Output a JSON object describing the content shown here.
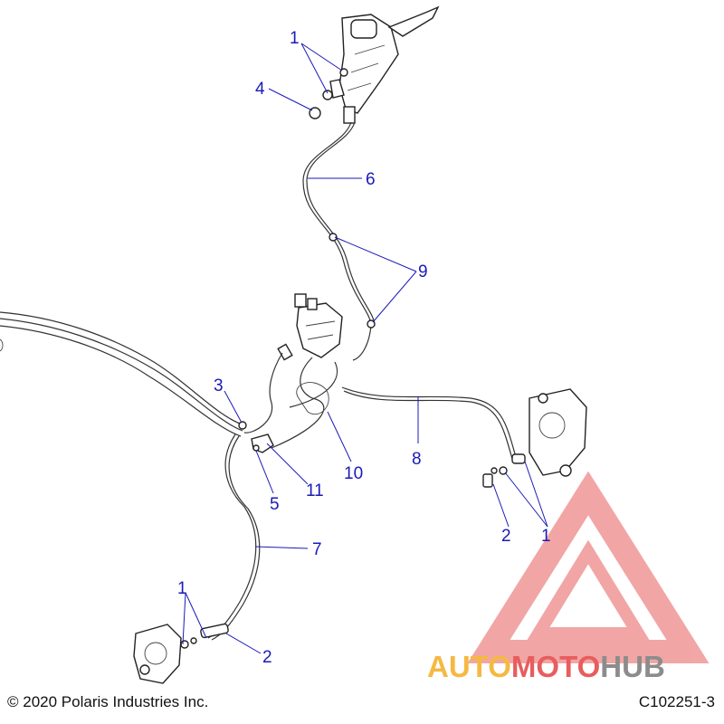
{
  "callouts": [
    {
      "id": "c1a",
      "label": "1"
    },
    {
      "id": "c4",
      "label": "4"
    },
    {
      "id": "c6",
      "label": "6"
    },
    {
      "id": "c9",
      "label": "9"
    },
    {
      "id": "c3",
      "label": "3"
    },
    {
      "id": "c8",
      "label": "8"
    },
    {
      "id": "c10",
      "label": "10"
    },
    {
      "id": "c5",
      "label": "5"
    },
    {
      "id": "c11",
      "label": "11"
    },
    {
      "id": "c7",
      "label": "7"
    },
    {
      "id": "c2a",
      "label": "2"
    },
    {
      "id": "c1b",
      "label": "1"
    },
    {
      "id": "c1c",
      "label": "1"
    },
    {
      "id": "c2b",
      "label": "2"
    }
  ],
  "footer": {
    "copyright": "© 2020 Polaris Industries Inc.",
    "drawing_id": "C102251-3"
  },
  "watermark": {
    "word_part1": "AUTO",
    "word_part2": "MOTO",
    "word_part3": "HUB",
    "color_orange": "#f5b942",
    "color_red": "#e85d5d",
    "color_gray": "#8c8c8c"
  }
}
